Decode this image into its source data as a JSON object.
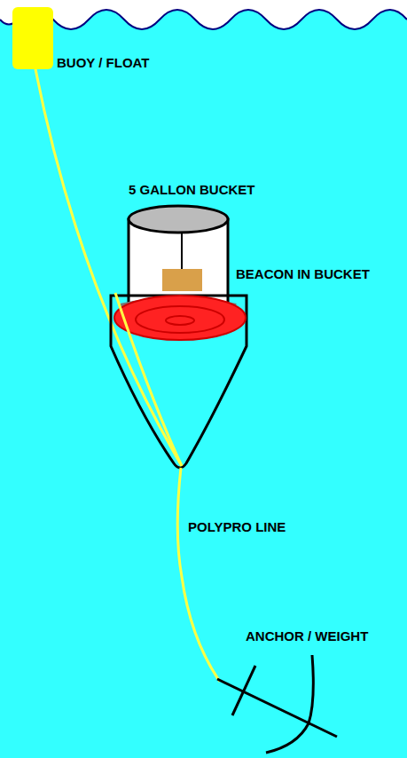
{
  "diagram": {
    "labels": [
      "BUOY / FLOAT",
      "5 GALLON BUCKET",
      "BEACON IN BUCKET",
      "POLYPRO LINE",
      "ANCHOR / WEIGHT"
    ]
  }
}
